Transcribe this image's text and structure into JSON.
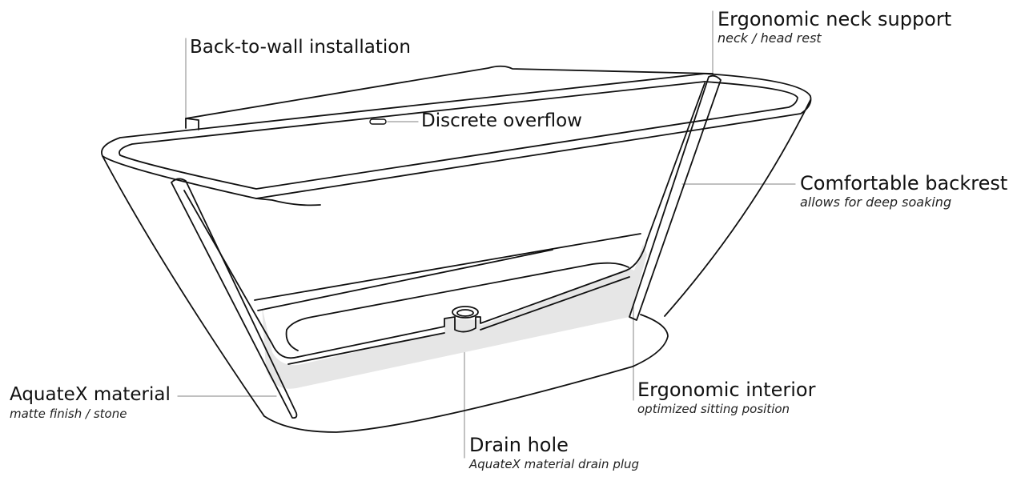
{
  "diagram": {
    "colors": {
      "stroke": "#111111",
      "leader": "#9a9a9a",
      "section_fill": "#e6e6e6",
      "background": "#ffffff"
    },
    "callouts": {
      "neck_support": {
        "label": "Ergonomic neck support",
        "sub": "neck / head rest"
      },
      "wall_installation": {
        "label": "Back-to-wall installation"
      },
      "overflow": {
        "label": "Discrete overflow"
      },
      "backrest": {
        "label": "Comfortable backrest",
        "sub": "allows for deep soaking"
      },
      "material": {
        "label": "AquateX material",
        "sub": "matte finish / stone"
      },
      "interior": {
        "label": "Ergonomic interior",
        "sub": "optimized sitting position"
      },
      "drain": {
        "label": "Drain hole",
        "sub": "AquateX material drain plug"
      }
    }
  }
}
